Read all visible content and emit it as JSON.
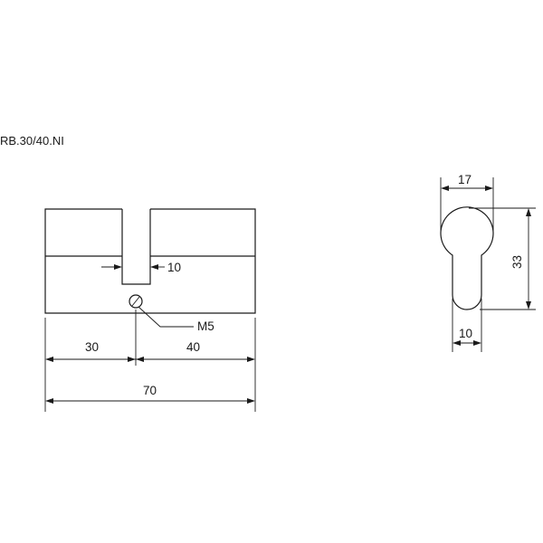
{
  "model_code": "RB.30/40.NI",
  "side_view": {
    "slot_width": "10",
    "screw_thread": "M5",
    "left_length": "30",
    "right_length": "40",
    "total_length": "70"
  },
  "profile_view": {
    "top_width": "17",
    "height": "33",
    "bottom_width": "10"
  },
  "colors": {
    "line": "#1a1a1a",
    "background": "#ffffff"
  }
}
